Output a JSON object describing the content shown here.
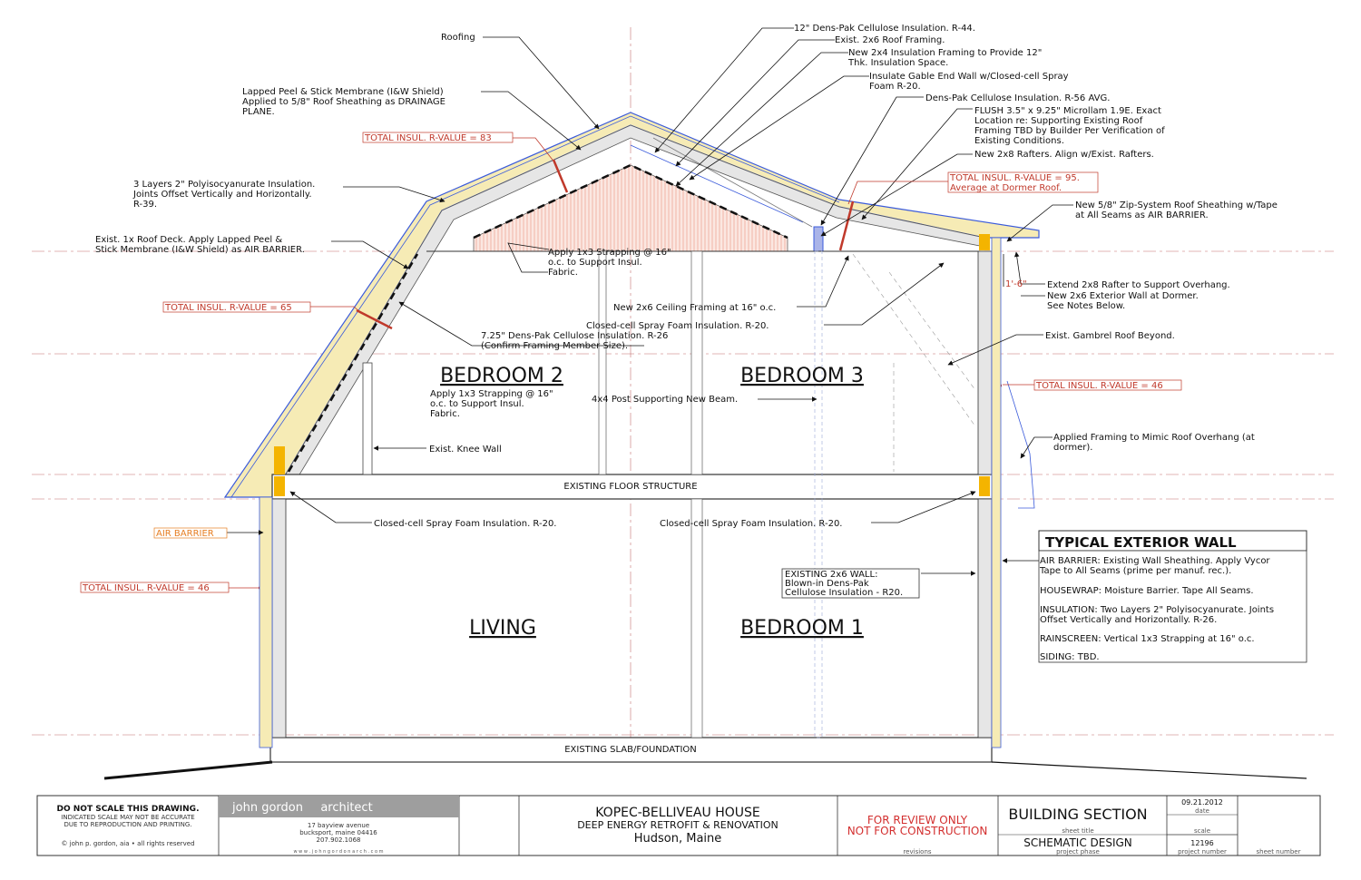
{
  "rooms": {
    "bedroom2": "BEDROOM 2",
    "bedroom3": "BEDROOM 3",
    "living": "LIVING",
    "bedroom1": "BEDROOM 1"
  },
  "structure_labels": {
    "floor": "EXISTING FLOOR STRUCTURE",
    "slab": "EXISTING SLAB/FOUNDATION",
    "overhang_dim": "1'-6\""
  },
  "notes": {
    "roofing": "Roofing",
    "membrane": [
      "Lapped Peel & Stick Membrane (I&W Shield)",
      "Applied to 5/8\" Roof Sheathing as DRAINAGE",
      "PLANE."
    ],
    "polyiso": [
      "3 Layers 2\" Polyisocyanurate Insulation.",
      "Joints Offset Vertically and Horizontally.",
      "R-39."
    ],
    "roof_deck": [
      "Exist. 1x Roof Deck.  Apply Lapped Peel &",
      "Stick Membrane (I&W Shield) as AIR BARRIER."
    ],
    "strapping_top": [
      "Apply 1x3 Strapping @ 16\"",
      "o.c. to Support Insul.",
      "Fabric."
    ],
    "cellulose_725": [
      "7.25\" Dens-Pak Cellulose Insulation. R-26",
      "(Confirm Framing Member Size)."
    ],
    "strapping_bed2": [
      "Apply 1x3 Strapping @ 16\"",
      "o.c. to Support Insul.",
      "Fabric."
    ],
    "knee_wall": "Exist. Knee Wall",
    "post": "4x4 Post Supporting New Beam.",
    "ceiling_framing": "New 2x6 Ceiling Framing at 16\" o.c.",
    "spray_foam_ceiling": "Closed-cell Spray Foam Insulation. R-20.",
    "spray_foam_left": "Closed-cell Spray Foam Insulation. R-20.",
    "spray_foam_center": "Closed-cell Spray Foam Insulation. R-20.",
    "cellulose_r44": "12\" Dens-Pak Cellulose Insulation. R-44.",
    "roof_framing": "Exist. 2x6 Roof Framing.",
    "framing_2x4": [
      "New 2x4 Insulation Framing to Provide 12\"",
      "Thk. Insulation Space."
    ],
    "gable_wall": [
      "Insulate Gable End Wall w/Closed-cell Spray",
      "Foam R-20."
    ],
    "cellulose_r56": "Dens-Pak Cellulose Insulation. R-56 AVG.",
    "microllam": [
      "FLUSH 3.5\" x 9.25\" Microllam 1.9E.  Exact",
      "Location re: Supporting Existing Roof",
      "Framing TBD by Builder Per Verification of",
      "Existing Conditions."
    ],
    "rafters_2x8": "New 2x8 Rafters. Align w/Exist. Rafters.",
    "zip_system": [
      "New 5/8\" Zip-System Roof Sheathing w/Tape",
      "at All Seams as AIR BARRIER."
    ],
    "extend_rafter": "Extend 2x8 Rafter to Support Overhang.",
    "ext_wall_dormer": "New 2x6 Exterior Wall at Dormer.",
    "see_notes": "See Notes Below.",
    "gambrel": "Exist. Gambrel Roof Beyond.",
    "applied_framing": [
      "Applied Framing to Mimic Roof Overhang (at",
      "dormer)."
    ],
    "existing_wall": [
      "EXISTING 2x6 WALL:",
      "Blown-in Dens-Pak",
      "Cellulose Insulation - R20."
    ],
    "air_barrier": "AIR BARRIER"
  },
  "r_values": {
    "r83": "TOTAL INSUL. R-VALUE = 83",
    "r95": [
      "TOTAL INSUL. R-VALUE = 95.",
      "Average at Dormer Roof."
    ],
    "r65": "TOTAL INSUL. R-VALUE = 65",
    "r46_right": "TOTAL INSUL. R-VALUE = 46",
    "r46_left": "TOTAL INSUL. R-VALUE = 46"
  },
  "typical_wall": {
    "title": "TYPICAL EXTERIOR WALL",
    "lines": [
      "AIR BARRIER: Existing Wall Sheathing. Apply Vycor",
      "Tape to All Seams (prime per manuf. rec.).",
      "",
      "HOUSEWRAP: Moisture Barrier. Tape All Seams.",
      "",
      "INSULATION: Two Layers 2\" Polyisocyanurate. Joints",
      "Offset Vertically and Horizontally. R-26.",
      "RAINSCREEN: Vertical 1x3 Strapping at 16\" o.c.",
      "",
      "SIDING: TBD."
    ]
  },
  "title_block": {
    "warning_title": "DO NOT SCALE THIS DRAWING.",
    "warning_lines": [
      "INDICATED SCALE MAY NOT BE ACCURATE",
      "DUE TO REPRODUCTION AND PRINTING."
    ],
    "copyright": "© john p. gordon, aia   •   all rights reserved",
    "firm_name": "john gordon",
    "firm_role": "architect",
    "address_lines": [
      "17 bayview avenue",
      "bucksport, maine 04416",
      "207.902.1068"
    ],
    "website": "w w w . j o h n g o r d o n a r c h . c o m",
    "project_name": "KOPEC-BELLIVEAU HOUSE",
    "project_desc": "DEEP ENERGY RETROFIT & RENOVATION",
    "project_location": "Hudson, Maine",
    "review_line1": "FOR REVIEW ONLY",
    "review_line2": "NOT FOR CONSTRUCTION",
    "revisions_label": "revisions",
    "sheet_title": "BUILDING SECTION",
    "sheet_title_label": "sheet title",
    "phase": "SCHEMATIC DESIGN",
    "phase_label": "project phase",
    "date": "09.21.2012",
    "date_label": "date",
    "scale_label": "scale",
    "project_number": "12196",
    "project_number_label": "project number",
    "sheet_number_label": "sheet number"
  },
  "colors": {
    "red": "#c0392b",
    "insulation_yellow": "#f6ebb5",
    "membrane_blue": "#3b5bdb",
    "spray_foam": "#f4b400",
    "grey_fill": "#e6e6e6",
    "hatch_pink": "#f3c9c0"
  }
}
